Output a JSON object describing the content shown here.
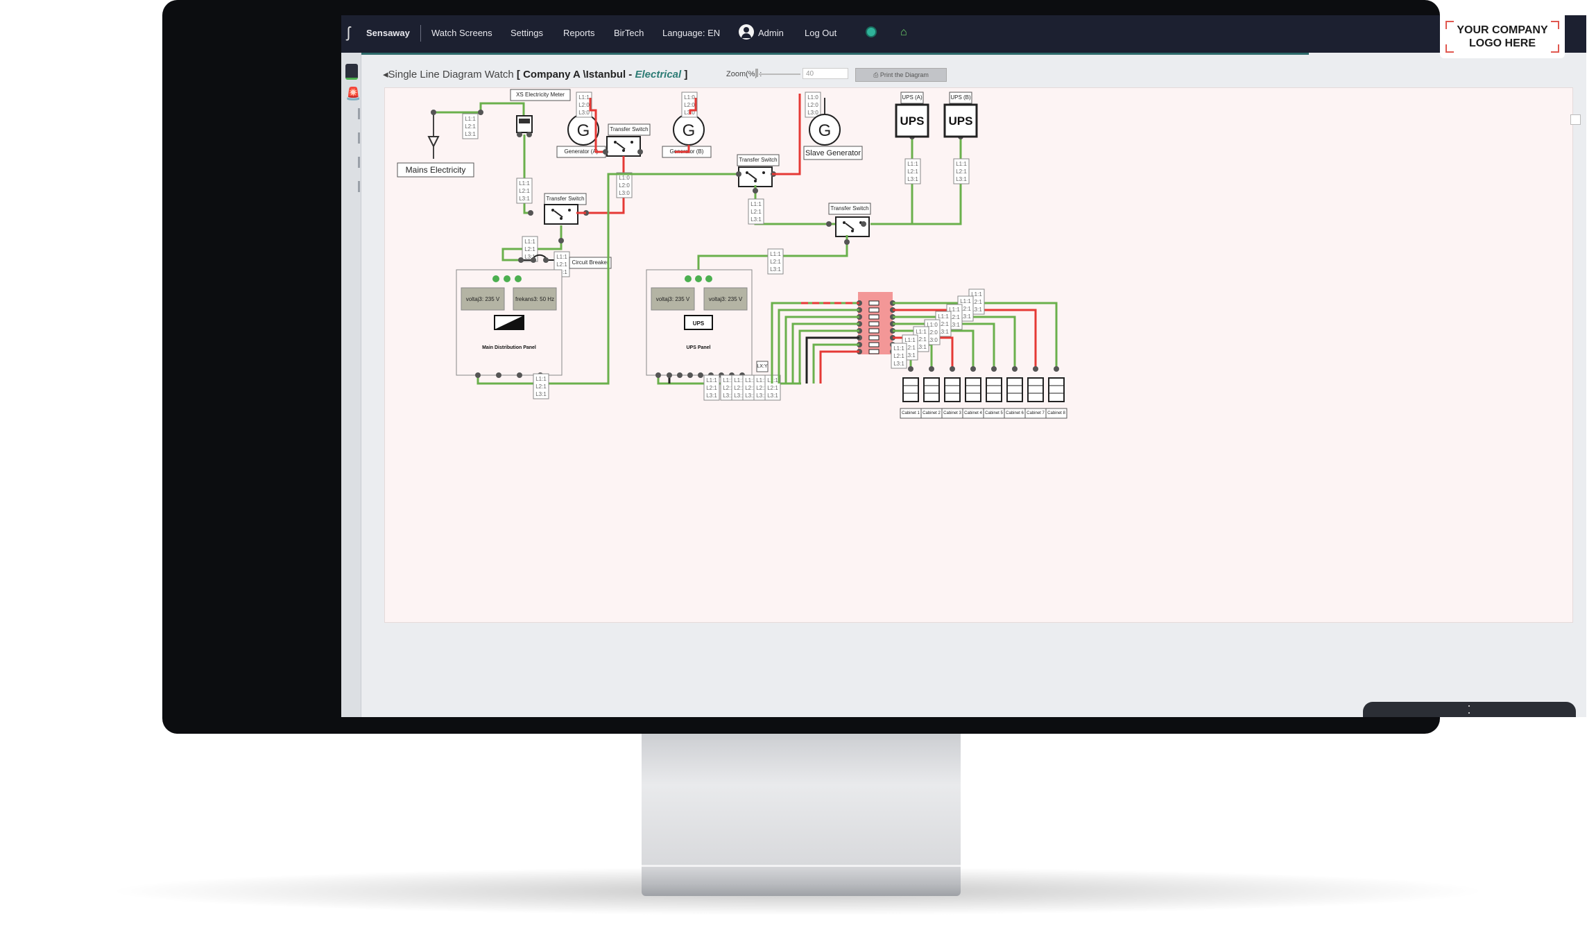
{
  "navbar": {
    "brand": "Sensaway",
    "items": [
      "Watch Screens",
      "Settings",
      "Reports",
      "BirTech",
      "Language: EN"
    ],
    "user": "Admin",
    "logout": "Log Out",
    "logo_line1": "YOUR COMPANY",
    "logo_line2": "LOGO HERE"
  },
  "toolbar": {
    "title_prefix": "Single Line Diagram Watch",
    "title_company": "[ Company A \\Istanbul - ",
    "title_type": "Electrical",
    "title_suffix": " ]",
    "zoom_label": "Zoom(%) :",
    "zoom_value": "40",
    "print_label": "Print the Diagram"
  },
  "diagram": {
    "mains": "Mains Electricity",
    "meter": "XS Electricity Meter",
    "generator_a": "Generator (A)",
    "generator_b": "Generator (B)",
    "slave_generator": "Slave Generator",
    "transfer_switch": "Transfer Switch",
    "circuit_breaker": "Circuit Breaker",
    "ups_a": "UPS (A)",
    "ups_b": "UPS (B)",
    "ups": "UPS",
    "gen_symbol": "G",
    "main_panel": {
      "title": "Main Distribution Panel",
      "display_1": "voltaj3: 235 V",
      "display_2": "frekans3: 50 Hz"
    },
    "ups_panel": {
      "title": "UPS Panel",
      "display_1": "voltaj3: 235 V",
      "display_2": "voltaj3: 235 V"
    },
    "phase_on": [
      "L1:1",
      "L2:1",
      "L3:1"
    ],
    "phase_off": [
      "L1:0",
      "L2:0",
      "L3:0"
    ],
    "phase_mixed": [
      "L1:1",
      "L2:0",
      "L3:0"
    ],
    "lxy": "LX:Y",
    "cabinets": [
      "Cabinet 1",
      "Cabinet 2",
      "Cabinet 3",
      "Cabinet 4",
      "Cabinet 5",
      "Cabinet 6",
      "Cabinet 7",
      "Cabinet 8"
    ]
  },
  "colors": {
    "energized": "#6ab04c",
    "de_energized": "#e53935",
    "navbar": "#1c2030",
    "accent": "#2b7b74"
  }
}
